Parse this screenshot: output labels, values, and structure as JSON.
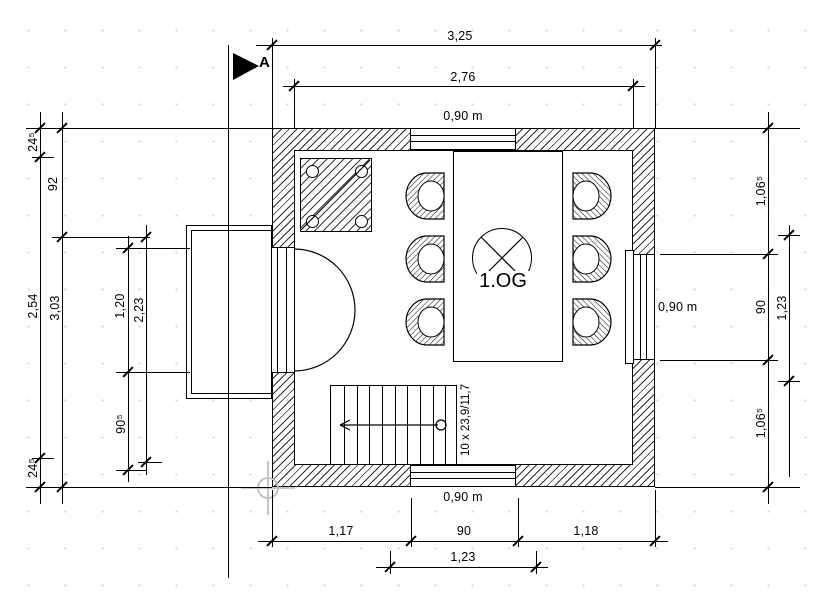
{
  "room": {
    "stamp_label": "1.OG"
  },
  "section": {
    "label": "A"
  },
  "stair": {
    "annotation": "10 x 23,9/11,7"
  },
  "dims": {
    "top_total": "3,25",
    "top_inner": "2,76",
    "top_window": "0,90 m",
    "left_wall_top": "24⁵",
    "left_92": "92",
    "left_inner": "2,54",
    "left_total": "3,03",
    "left_door": "1,20",
    "left_balcony": "2,23",
    "left_90_5": "90⁵",
    "left_wall_bottom": "24⁵",
    "right_top": "1,06⁵",
    "right_window": "90",
    "right_window_outer": "1,23",
    "right_bottom": "1,06⁵",
    "right_window_label": "0,90 m",
    "bottom_left": "1,17",
    "bottom_window": "90",
    "bottom_right": "1,18",
    "bottom_window_outer": "1,23",
    "bottom_window_label": "0,90 m"
  }
}
